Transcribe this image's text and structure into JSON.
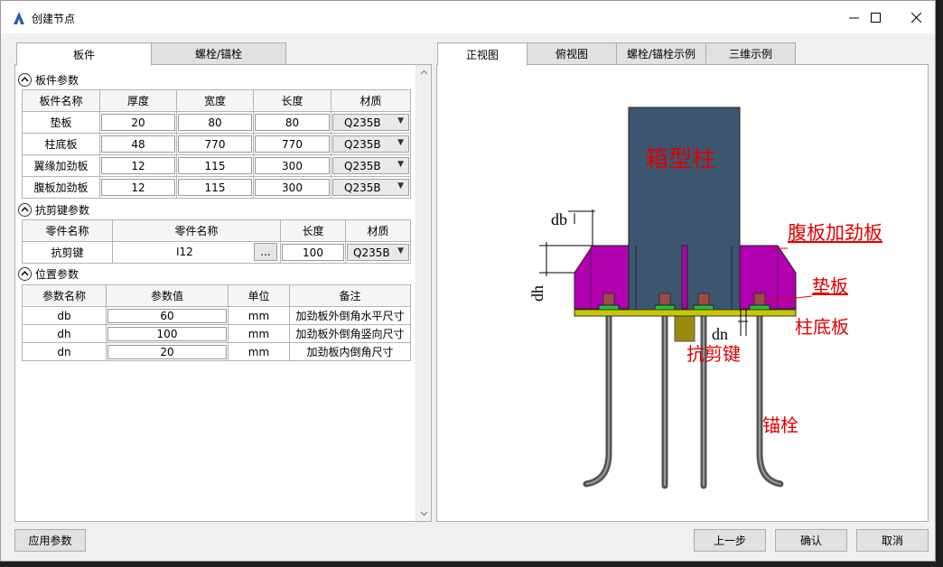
{
  "window": {
    "title": "创建节点"
  },
  "left_tabs": [
    "板件",
    "螺栓/锚栓"
  ],
  "right_tabs": [
    "正视图",
    "俯视图",
    "螺栓/锚栓示例",
    "三维示例"
  ],
  "plates": {
    "section_title": "板件参数",
    "headers": [
      "板件名称",
      "厚度",
      "宽度",
      "长度",
      "材质"
    ],
    "rows": [
      [
        "垫板",
        "20",
        "80",
        "80",
        "Q235B"
      ],
      [
        "柱底板",
        "48",
        "770",
        "770",
        "Q235B"
      ],
      [
        "翼缘加劲板",
        "12",
        "115",
        "300",
        "Q235B"
      ],
      [
        "腹板加劲板",
        "12",
        "115",
        "300",
        "Q235B"
      ]
    ]
  },
  "shear_key": {
    "section_title": "抗剪键参数",
    "headers": [
      "零件名称",
      "零件名称",
      "长度",
      "材质"
    ],
    "row": {
      "name": "抗剪键",
      "part": "I12",
      "browse": "...",
      "length": "100",
      "material": "Q235B"
    }
  },
  "position": {
    "section_title": "位置参数",
    "headers": [
      "参数名称",
      "参数值",
      "单位",
      "备注"
    ],
    "rows": [
      [
        "db",
        "60",
        "mm",
        "加劲板外倒角水平尺寸"
      ],
      [
        "dh",
        "100",
        "mm",
        "加劲板外倒角竖向尺寸"
      ],
      [
        "dn",
        "20",
        "mm",
        "加劲板内倒角尺寸"
      ]
    ]
  },
  "diagram": {
    "column_label": "箱型柱",
    "web_stiffener_label": "腹板加劲板",
    "pad_label": "垫板",
    "base_plate_label": "柱底板",
    "shear_key_label": "抗剪键",
    "anchor_label": "锚栓",
    "dim_db": "db",
    "dim_dh": "dh",
    "dim_dn": "dn",
    "colors": {
      "column": "#3c5670",
      "stiffener": "#b000b0",
      "base": "#c8c800",
      "label": "#e00000"
    }
  },
  "buttons": {
    "apply": "应用参数",
    "prev": "上一步",
    "ok": "确认",
    "cancel": "取消"
  }
}
